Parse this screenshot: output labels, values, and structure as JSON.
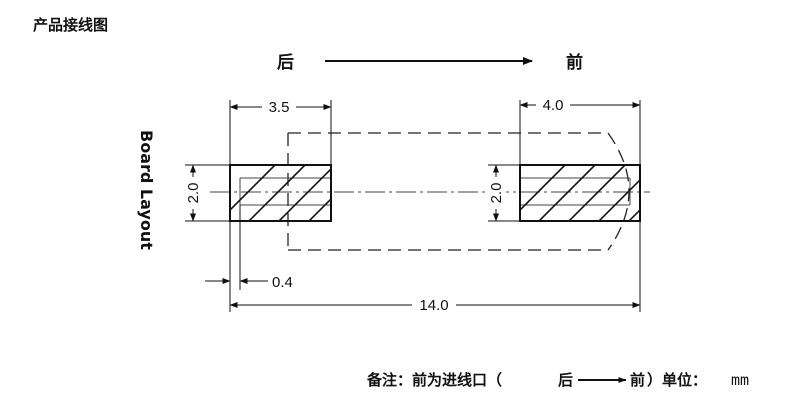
{
  "title": "产品接线图",
  "direction": {
    "back": "后",
    "front": "前"
  },
  "side_label": "Board Layout",
  "dimensions": {
    "left_width": "3.5",
    "right_width": "4.0",
    "left_height": "2.0",
    "right_height": "2.0",
    "offset": "0.4",
    "total_length": "14.0"
  },
  "note": {
    "prefix": "备注：前为进线口（",
    "back": "后",
    "front": "前",
    "suffix": "）单位：",
    "unit": "mm"
  }
}
